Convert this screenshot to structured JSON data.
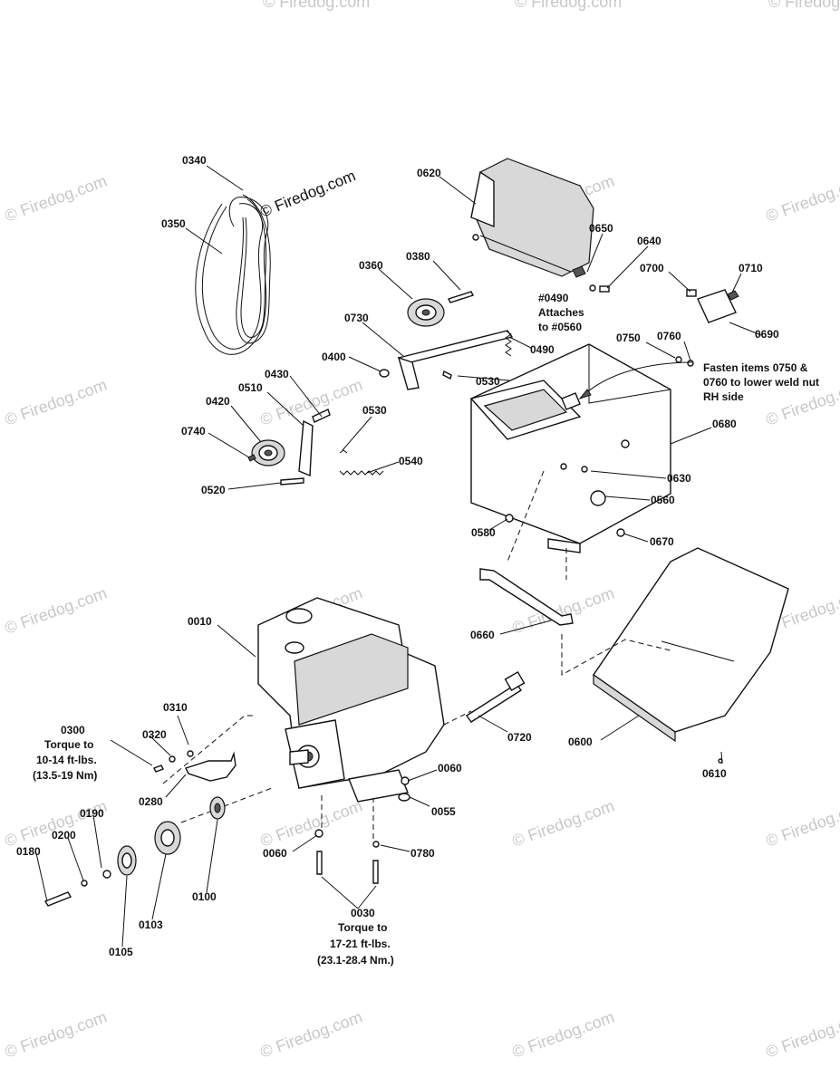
{
  "watermark": "© Firedog.com",
  "part_labels": {
    "p0340": "0340",
    "p0350": "0350",
    "p0620": "0620",
    "p0650": "0650",
    "p0640": "0640",
    "p0700": "0700",
    "p0710": "0710",
    "p0690": "0690",
    "p0360": "0360",
    "p0380": "0380",
    "p0730": "0730",
    "p0490": "0490",
    "p0400": "0400",
    "p0530a": "0530",
    "p0750": "0750",
    "p0760": "0760",
    "p0430": "0430",
    "p0420": "0420",
    "p0510": "0510",
    "p0530b": "0530",
    "p0740": "0740",
    "p0540": "0540",
    "p0520": "0520",
    "p0680": "0680",
    "p0630": "0630",
    "p0560": "0560",
    "p0580": "0580",
    "p0670": "0670",
    "p0660": "0660",
    "p0600": "0600",
    "p0610": "0610",
    "p0010": "0010",
    "p0720": "0720",
    "p0310": "0310",
    "p0320": "0320",
    "p0300": "0300",
    "p0280": "0280",
    "p0060a": "0060",
    "p0055": "0055",
    "p0190": "0190",
    "p0200": "0200",
    "p0180": "0180",
    "p0100": "0100",
    "p0103": "0103",
    "p0105": "0105",
    "p0060b": "0060",
    "p0780": "0780",
    "p0030": "0030"
  },
  "notes": {
    "n0490_line1": "#0490",
    "n0490_line2": "Attaches",
    "n0490_line3": "to #0560",
    "fasten_line1": "Fasten items 0750 &",
    "fasten_line2": "0760 to lower weld nut",
    "fasten_line3": "RH side",
    "t0300_line1": "Torque to",
    "t0300_line2": "10-14 ft-lbs.",
    "t0300_line3": "(13.5-19 Nm)",
    "t0030_line1": "Torque to",
    "t0030_line2": "17-21 ft-lbs.",
    "t0030_line3": "(23.1-28.4 Nm.)"
  }
}
